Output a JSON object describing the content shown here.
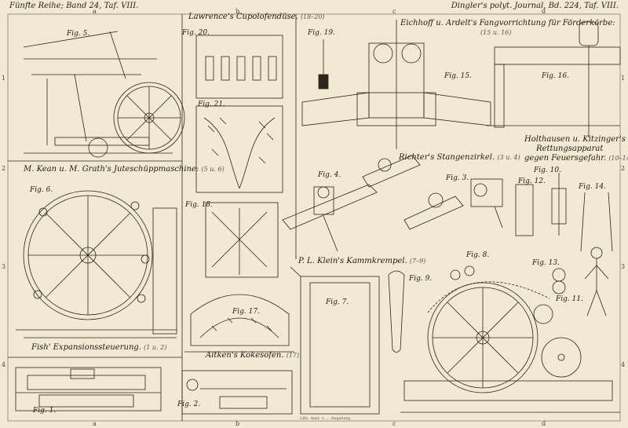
{
  "header": {
    "left": "Fünfte Reihe; Band 24, Taf. VIII.",
    "right": "Dingler's polyt. Journal, Bd. 224, Taf. VIII."
  },
  "titles": {
    "lawrence": "Lawrence's Cupolofendüse.",
    "lawrence_ref": "(18–20)",
    "eichhoff": "Eichhoff u. Ardelt's Fangvorrichtung für Förderkörbe:",
    "eichhoff_ref": "(15 u. 16)",
    "kean": "M. Kean u. M. Grath's Juteschüppmaschine:",
    "kean_ref": "(5 u. 6)",
    "richter": "Richter's Stangenzirkel.",
    "richter_ref": "(3 u. 4)",
    "holthausen_1": "Holthausen u. Kitzinger's",
    "holthausen_2": "Rettungsapparat",
    "holthausen_3": "gegen Feuersgefahr.",
    "holthausen_ref": "(10–14)",
    "klein": "P. L. Klein's Kammkrempel.",
    "klein_ref": "(7–9)",
    "fish": "Fish' Expansionssteuerung.",
    "fish_ref": "(1 u. 2)",
    "aitken": "Aitken's Kokesofen.",
    "aitken_ref": "(17)"
  },
  "figures": {
    "f1": "Fig. 1.",
    "f2": "Fig. 2.",
    "f3": "Fig. 3.",
    "f4": "Fig. 4.",
    "f5": "Fig. 5.",
    "f6": "Fig. 6.",
    "f7": "Fig. 7.",
    "f8": "Fig. 8.",
    "f9": "Fig. 9.",
    "f10": "Fig. 10.",
    "f11": "Fig. 11.",
    "f12": "Fig. 12.",
    "f13": "Fig. 13.",
    "f14": "Fig. 14.",
    "f15": "Fig. 15.",
    "f16": "Fig. 16.",
    "f17": "Fig. 17.",
    "f18": "Fig. 18.",
    "f19": "Fig. 19.",
    "f20": "Fig. 20.",
    "f21": "Fig. 21."
  },
  "margin": {
    "top": [
      "a",
      "b",
      "c",
      "d"
    ],
    "bottom": [
      "a",
      "b",
      "c",
      "d"
    ],
    "left": [
      "1",
      "2",
      "3",
      "4"
    ],
    "right": [
      "1",
      "2",
      "3",
      "4"
    ]
  },
  "printer": "Lith. Anst. v. ... Augsburg"
}
